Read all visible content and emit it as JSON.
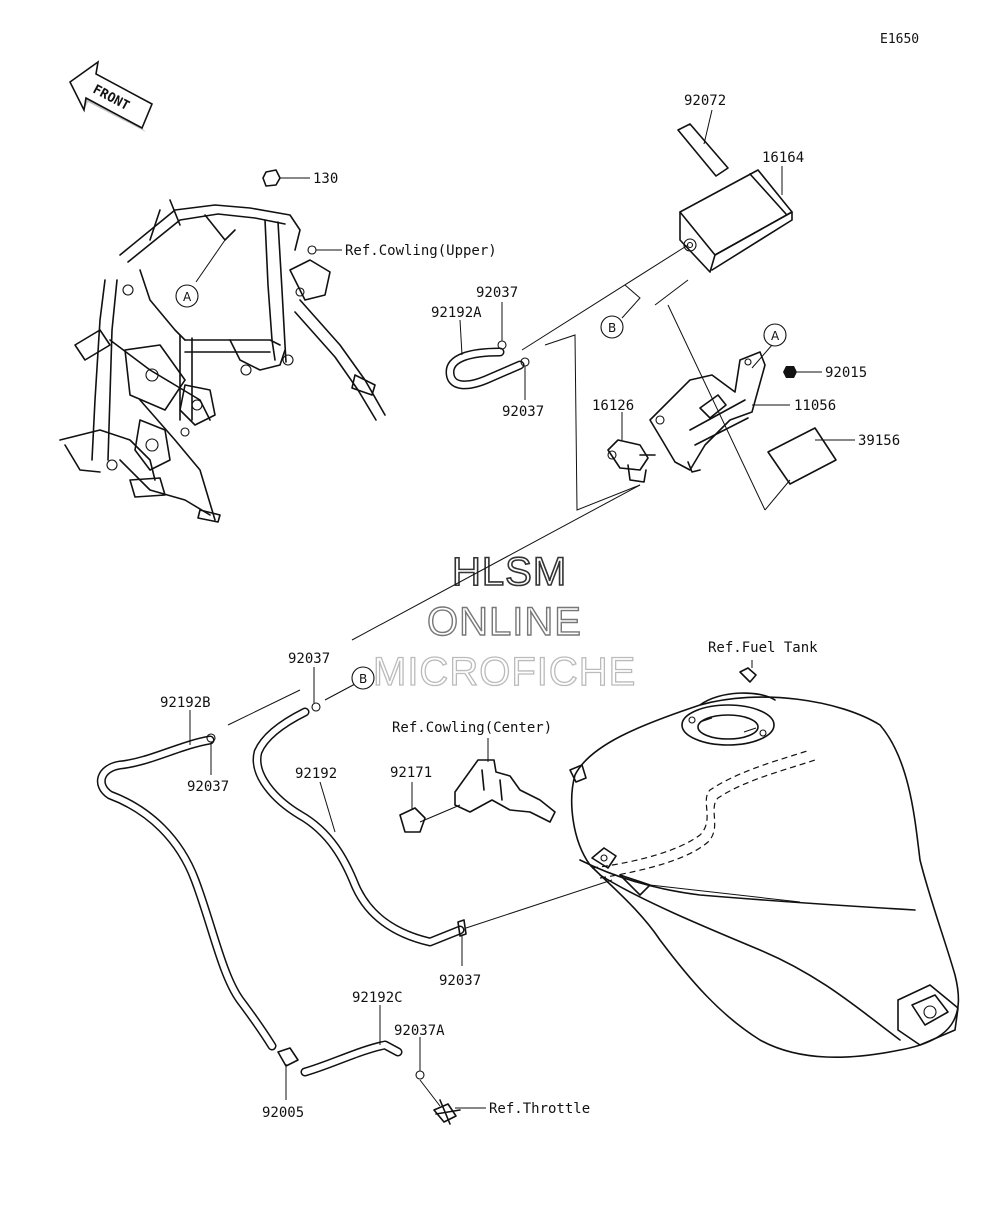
{
  "diagram_code": "E1650",
  "front_arrow": {
    "label": "FRONT",
    "icon": "front-arrow-icon"
  },
  "watermark": {
    "line1": "HLSM",
    "line2": "ONLINE",
    "line3": "MICROFICHE"
  },
  "callouts": {
    "a": "A",
    "b": "B"
  },
  "parts": {
    "p130": "130",
    "p92072": "92072",
    "p16164": "16164",
    "p92037_upper": "92037",
    "p92192A": "92192A",
    "p92037_mid": "92037",
    "p16126": "16126",
    "p92015": "92015",
    "p11056": "11056",
    "p39156": "39156",
    "p92037_left": "92037",
    "p92192B": "92192B",
    "p92037_b": "92037",
    "p92192": "92192",
    "p92171": "92171",
    "p92037_tank": "92037",
    "p92192C": "92192C",
    "p92037A": "92037A",
    "p92005": "92005"
  },
  "references": {
    "cowling_upper": "Ref.Cowling(Upper)",
    "cowling_center": "Ref.Cowling(Center)",
    "fuel_tank": "Ref.Fuel Tank",
    "throttle": "Ref.Throttle"
  }
}
